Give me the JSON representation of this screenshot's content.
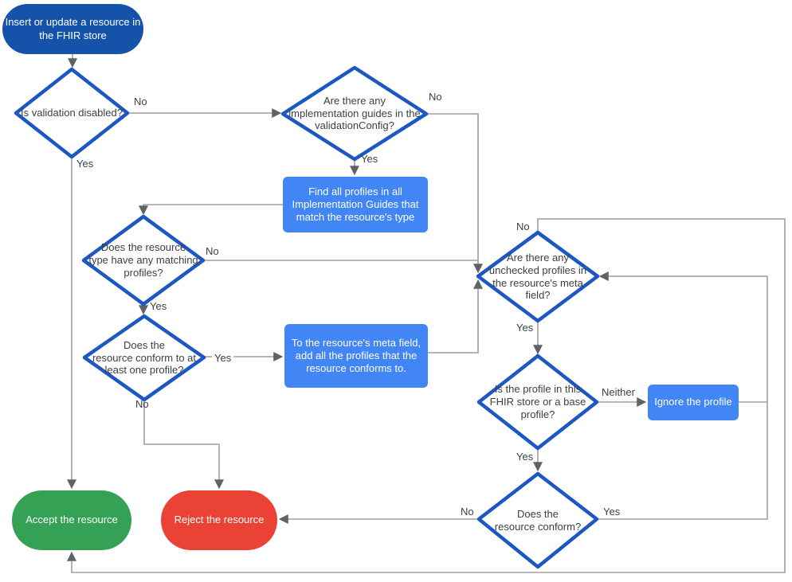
{
  "title": "FHIR store resource validation flowchart",
  "nodes": {
    "start": {
      "label": "Insert or update a resource in\nthe FHIR store"
    },
    "d_validation": {
      "label": "Is validation disabled?"
    },
    "d_guides": {
      "label": "Are there any\nimplementation guides in the\nvalidationConfig?"
    },
    "p_find": {
      "label": "Find all profiles in all\nImplementation Guides that\nmatch the resource's type"
    },
    "d_matching": {
      "label": "Does the resource\ntype have any matching\nprofiles?"
    },
    "d_conform_one": {
      "label": "Does the\nresource conform to at\nleast one profile?"
    },
    "p_add_meta": {
      "label": "To the resource's meta field,\nadd all the profiles that the\nresource conforms to."
    },
    "d_unchecked": {
      "label": "Are there any\nunchecked profiles in\nthe resource's meta\nfield?"
    },
    "d_profile_store": {
      "label": "Is the profile in this\nFHIR store or a base\nprofile?"
    },
    "p_ignore": {
      "label": "Ignore the profile"
    },
    "d_conform": {
      "label": "Does the\nresource conform?"
    },
    "accept": {
      "label": "Accept the resource"
    },
    "reject": {
      "label": "Reject the resource"
    }
  },
  "edge_labels": {
    "validation_no": "No",
    "validation_yes": "Yes",
    "guides_no": "No",
    "guides_yes": "Yes",
    "matching_no": "No",
    "matching_yes": "Yes",
    "conform_one_yes": "Yes",
    "conform_one_no": "No",
    "unchecked_no": "No",
    "unchecked_yes": "Yes",
    "profile_neither": "Neither",
    "profile_yes": "Yes",
    "conform_no": "No",
    "conform_yes": "Yes"
  },
  "colors": {
    "start_fill": "#1553ab",
    "process_fill": "#4285f4",
    "accept_fill": "#34a155",
    "reject_fill": "#ea4335",
    "decision_stroke": "#1d57c1",
    "decision_fill": "#ffffff",
    "connector": "#9e9e9e",
    "arrowhead": "#5f6368",
    "text_dark": "#3c4043",
    "text_light": "#ffffff",
    "background": "#ffffff"
  }
}
